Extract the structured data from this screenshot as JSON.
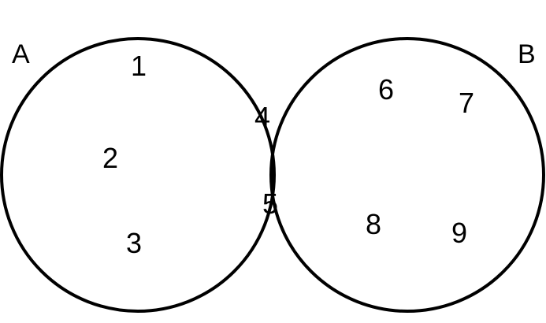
{
  "diagram": {
    "type": "venn",
    "colors": {
      "stroke": "#000000",
      "background": "#ffffff",
      "intersection_fill": "#ff6600"
    },
    "sets": [
      {
        "label": "A"
      },
      {
        "label": "B"
      }
    ],
    "elements": {
      "a_only": [
        "1",
        "2",
        "3"
      ],
      "intersection": [
        "4",
        "5"
      ],
      "b_only": [
        "6",
        "7",
        "8",
        "9"
      ]
    },
    "highlighted_region": "intersection"
  }
}
